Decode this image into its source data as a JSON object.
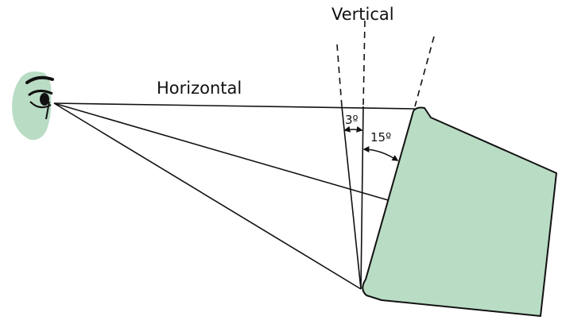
{
  "labels": {
    "vertical": "Vertical",
    "horizontal": "Horizontal",
    "angle_small": "3º",
    "angle_large": "15º"
  },
  "colors": {
    "monitor_fill": "#b9dcc4",
    "eye_fill": "#b9dcc4",
    "line": "#111111"
  },
  "icons": {
    "eye": "eye-icon",
    "monitor": "monitor-screen"
  }
}
